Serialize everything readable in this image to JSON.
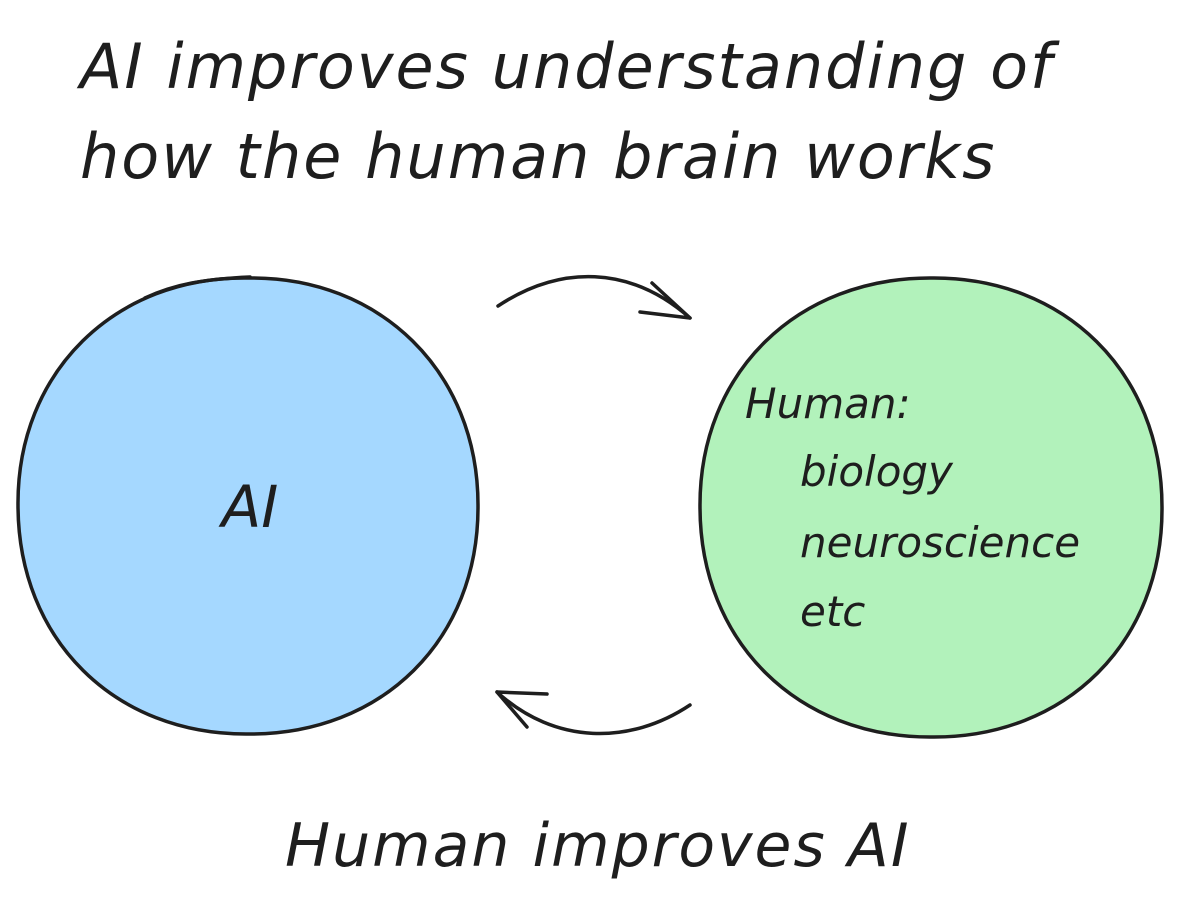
{
  "diagram": {
    "title_lines": [
      "AI improves understanding of",
      "how the human brain works"
    ],
    "bottom_caption": "Human improves AI",
    "nodes": {
      "ai": {
        "label": "AI",
        "color": "#a5d8ff"
      },
      "human": {
        "heading": "Human:",
        "items": [
          "biology",
          "neuroscience",
          "etc"
        ],
        "color": "#b2f2bb"
      }
    },
    "stroke_color": "#1e1e1e"
  }
}
